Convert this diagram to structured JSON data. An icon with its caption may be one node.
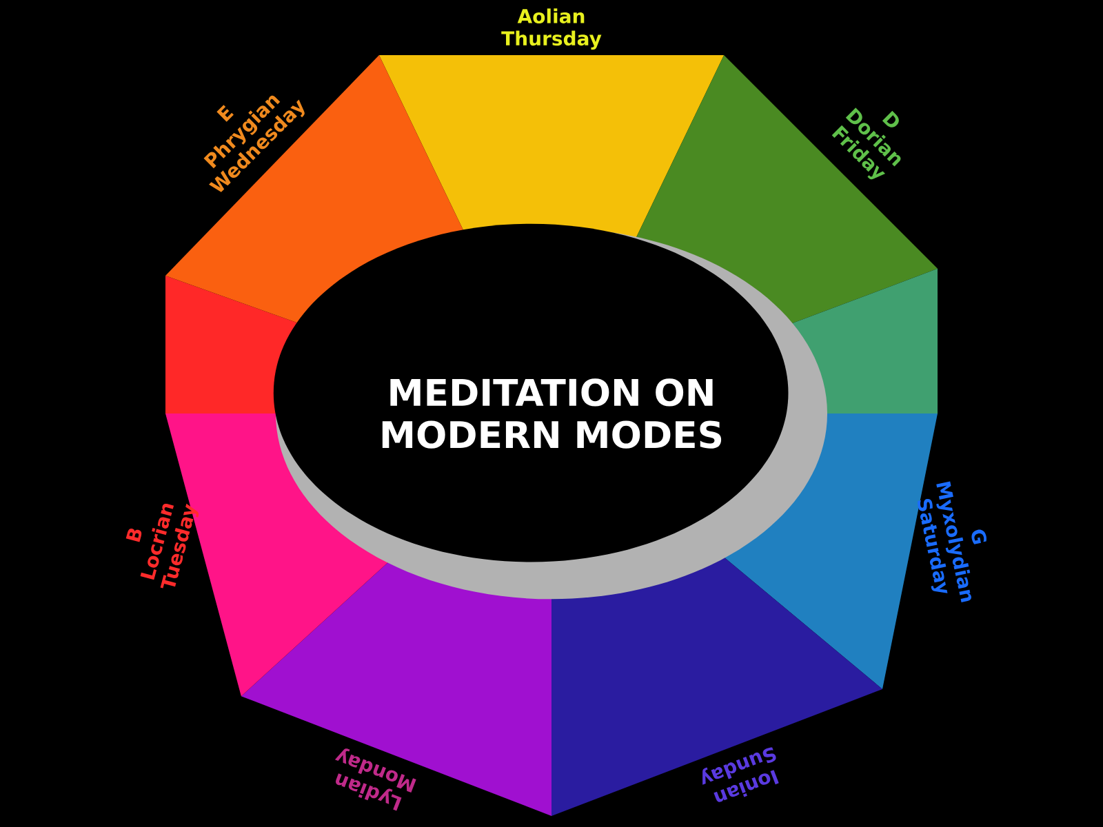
{
  "diagram": {
    "nodes": [
      {
        "text": [
          "MEDITATION ON MODERN MODES"
        ]
      }
    ],
    "labels": [
      "Aolian Thursday",
      "E",
      "Phrygian Wednesday",
      "D",
      "Dorian Friday",
      "B",
      "Locrian Tuesday",
      "G",
      "Myxolydian Saturday",
      "Lydian Monday",
      "Ionian Sunday"
    ]
  }
}
